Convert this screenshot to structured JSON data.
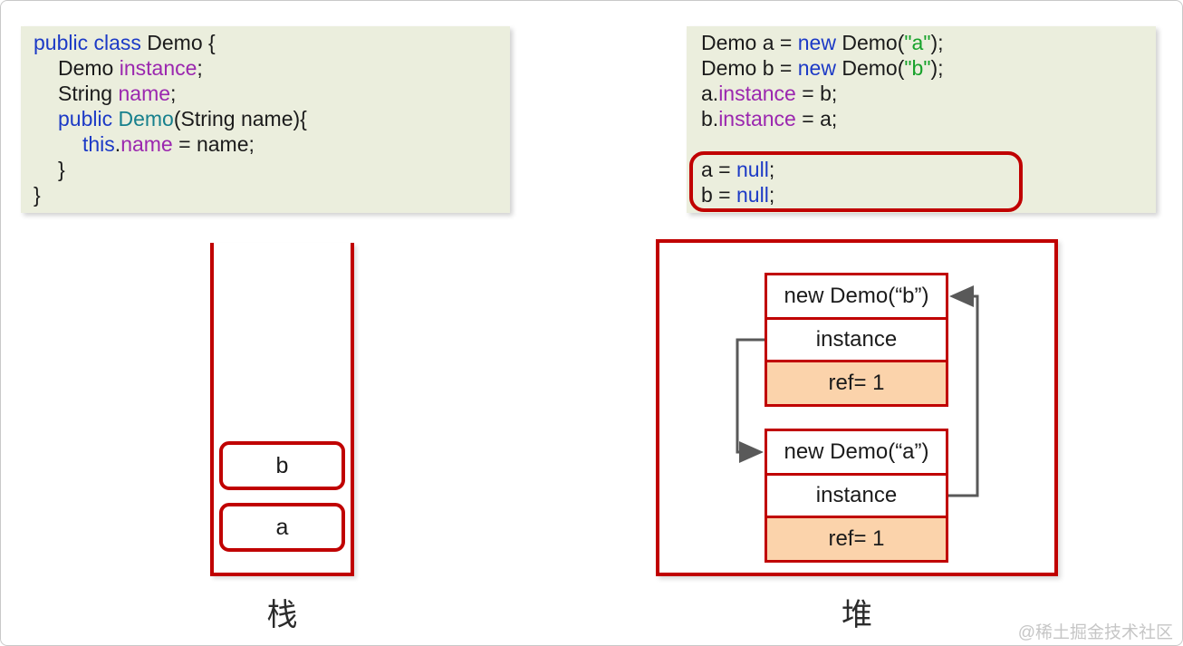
{
  "colors": {
    "red_border": "#c00000",
    "peach_fill": "#fbd3ab",
    "code_background": "#ebeedd",
    "arrow_gray": "#595959",
    "keyword_blue": "#1c3ac6",
    "field_purple": "#9b27af",
    "string_green": "#17a22b",
    "type_teal": "#17808d"
  },
  "code_left": {
    "lines": [
      {
        "indent": 0,
        "tokens": [
          {
            "text": "public class",
            "type": "kw"
          },
          {
            "text": " Demo {",
            "type": "plain"
          }
        ]
      },
      {
        "indent": 1,
        "tokens": [
          {
            "text": "Demo ",
            "type": "plain"
          },
          {
            "text": "instance",
            "type": "field"
          },
          {
            "text": ";",
            "type": "plain"
          }
        ]
      },
      {
        "indent": 1,
        "tokens": [
          {
            "text": "String ",
            "type": "plain"
          },
          {
            "text": "name",
            "type": "field"
          },
          {
            "text": ";",
            "type": "plain"
          }
        ]
      },
      {
        "indent": 1,
        "tokens": [
          {
            "text": "public ",
            "type": "kw"
          },
          {
            "text": "Demo",
            "type": "type"
          },
          {
            "text": "(String name){",
            "type": "plain"
          }
        ]
      },
      {
        "indent": 2,
        "tokens": [
          {
            "text": "this",
            "type": "kw"
          },
          {
            "text": ".",
            "type": "plain"
          },
          {
            "text": "name",
            "type": "field"
          },
          {
            "text": " = name;",
            "type": "plain"
          }
        ]
      },
      {
        "indent": 1,
        "tokens": [
          {
            "text": "}",
            "type": "plain"
          }
        ]
      },
      {
        "indent": 0,
        "tokens": [
          {
            "text": "}",
            "type": "plain"
          }
        ]
      }
    ]
  },
  "code_right": {
    "lines": [
      {
        "indent": 0,
        "tokens": [
          {
            "text": "Demo a = ",
            "type": "plain"
          },
          {
            "text": "new",
            "type": "kw"
          },
          {
            "text": " Demo(",
            "type": "plain"
          },
          {
            "text": "\"a\"",
            "type": "str"
          },
          {
            "text": ");",
            "type": "plain"
          }
        ]
      },
      {
        "indent": 0,
        "tokens": [
          {
            "text": "Demo b = ",
            "type": "plain"
          },
          {
            "text": "new",
            "type": "kw"
          },
          {
            "text": " Demo(",
            "type": "plain"
          },
          {
            "text": "\"b\"",
            "type": "str"
          },
          {
            "text": ");",
            "type": "plain"
          }
        ]
      },
      {
        "indent": 0,
        "tokens": [
          {
            "text": "a.",
            "type": "plain"
          },
          {
            "text": "instance",
            "type": "field"
          },
          {
            "text": " = b;",
            "type": "plain"
          }
        ]
      },
      {
        "indent": 0,
        "tokens": [
          {
            "text": "b.",
            "type": "plain"
          },
          {
            "text": "instance",
            "type": "field"
          },
          {
            "text": " = a;",
            "type": "plain"
          }
        ]
      },
      {
        "indent": 0,
        "tokens": []
      },
      {
        "indent": 0,
        "tokens": [
          {
            "text": "a = ",
            "type": "plain"
          },
          {
            "text": "null",
            "type": "kw"
          },
          {
            "text": ";",
            "type": "plain"
          }
        ]
      },
      {
        "indent": 0,
        "tokens": [
          {
            "text": "b = ",
            "type": "plain"
          },
          {
            "text": "null",
            "type": "kw"
          },
          {
            "text": ";",
            "type": "plain"
          }
        ]
      }
    ]
  },
  "stack": {
    "label": "栈",
    "slots": [
      "b",
      "a"
    ]
  },
  "heap": {
    "label": "堆",
    "objects": [
      {
        "title": "new Demo(“b”)",
        "field": "instance",
        "ref": "ref= 1"
      },
      {
        "title": "new Demo(“a”)",
        "field": "instance",
        "ref": "ref= 1"
      }
    ]
  },
  "watermark": "@稀土掘金技术社区"
}
